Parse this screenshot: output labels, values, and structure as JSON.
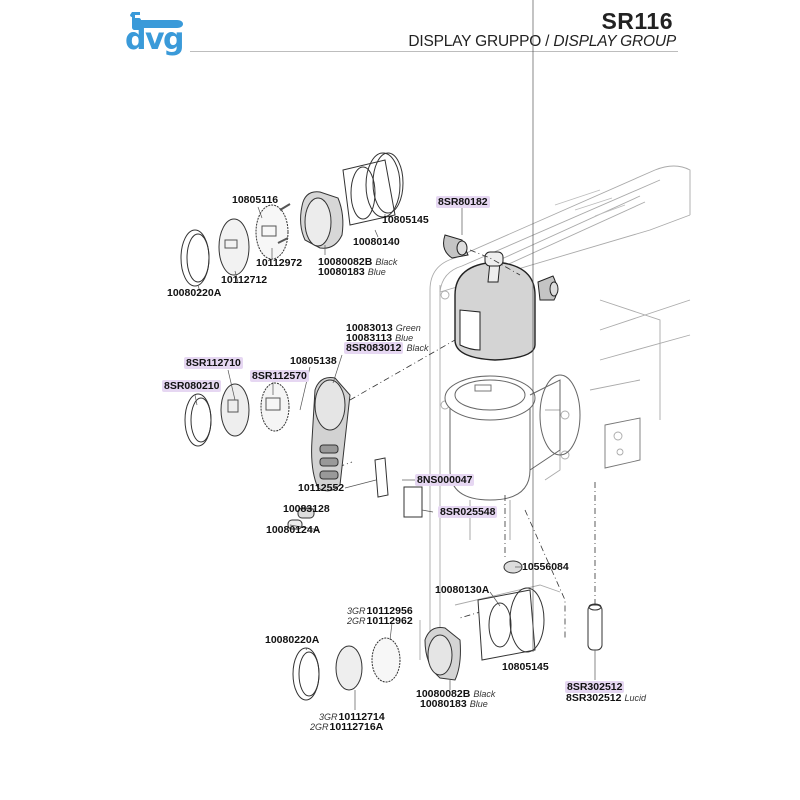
{
  "header": {
    "logo_text": "dvg",
    "model": "SR116",
    "subtitle_it": "DISPLAY GRUPPO /",
    "subtitle_en": "DISPLAY GROUP"
  },
  "colors": {
    "brand": "#3a9ad9",
    "highlight": "#e6d7f2",
    "line": "#555555",
    "part_fill": "#d9d9d9"
  },
  "groups": {
    "top_display": {
      "labels": [
        {
          "code": "10805116",
          "highlight": false
        },
        {
          "code": "10805145",
          "highlight": false
        },
        {
          "code": "10080140",
          "highlight": false
        },
        {
          "code": "10112972",
          "highlight": false
        },
        {
          "code": "10080082B",
          "variant": "Black",
          "highlight": false
        },
        {
          "code": "10080183",
          "variant": "Blue",
          "highlight": false
        },
        {
          "code": "10112712",
          "highlight": false
        },
        {
          "code": "10080220A",
          "highlight": false
        }
      ]
    },
    "machine": {
      "labels": [
        {
          "code": "8SR80182",
          "highlight": true
        }
      ]
    },
    "middle_display": {
      "labels": [
        {
          "code": "10083013",
          "variant": "Green",
          "highlight": false
        },
        {
          "code": "10083113",
          "variant": "Blue",
          "highlight": false
        },
        {
          "code": "8SR083012",
          "variant": "Black",
          "highlight": true
        },
        {
          "code": "8SR112710",
          "highlight": true
        },
        {
          "code": "10805138",
          "highlight": false
        },
        {
          "code": "8SR112570",
          "highlight": true
        },
        {
          "code": "8SR080210",
          "highlight": true
        },
        {
          "code": "10112552",
          "highlight": false
        },
        {
          "code": "8NS000047",
          "highlight": true
        },
        {
          "code": "10083128",
          "highlight": false
        },
        {
          "code": "8SR025548",
          "highlight": true
        },
        {
          "code": "10080124A",
          "highlight": false
        }
      ]
    },
    "bottom_display": {
      "labels": [
        {
          "code": "10556084",
          "highlight": false
        },
        {
          "code": "10080130A",
          "highlight": false
        },
        {
          "prefix": "3GR",
          "code": "10112956",
          "highlight": false
        },
        {
          "prefix": "2GR",
          "code": "10112962",
          "highlight": false
        },
        {
          "code": "10080220A",
          "highlight": false
        },
        {
          "code": "10805145",
          "highlight": false
        },
        {
          "code": "10080082B",
          "variant": "Black",
          "highlight": false
        },
        {
          "code": "10080183",
          "variant": "Blue",
          "highlight": false
        },
        {
          "prefix": "3GR",
          "code": "10112714",
          "highlight": false
        },
        {
          "prefix": "2GR",
          "code": "10112716A",
          "highlight": false
        },
        {
          "code": "8SR302512",
          "highlight": true
        },
        {
          "code": "8SR302512",
          "variant": "Lucid",
          "highlight": false
        }
      ]
    }
  }
}
